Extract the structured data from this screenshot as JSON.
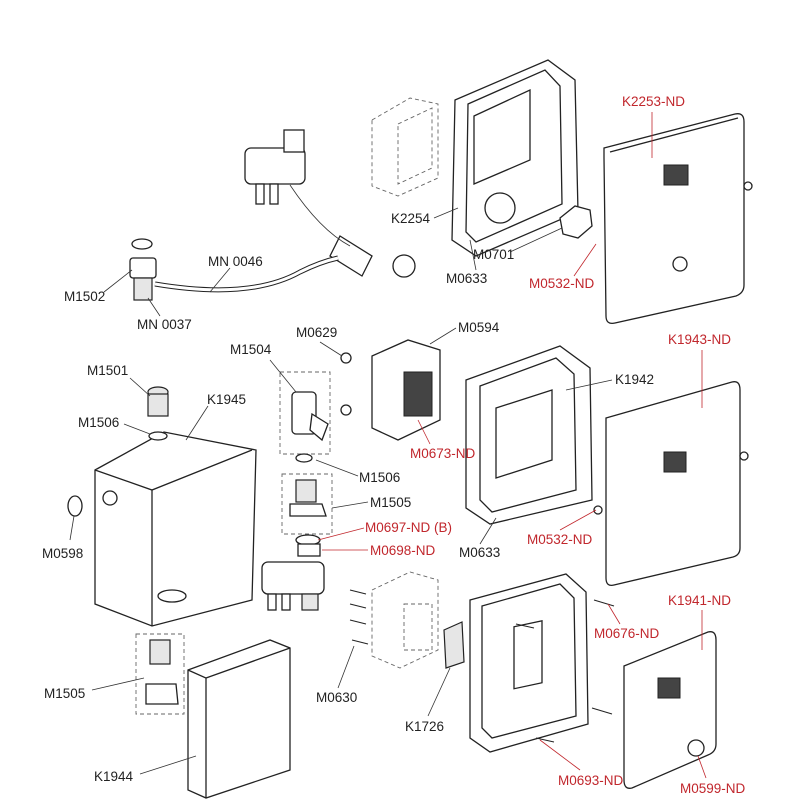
{
  "labels": [
    {
      "text": "K2253-ND",
      "red": true
    },
    {
      "text": "K2254",
      "red": false
    },
    {
      "text": "M0701",
      "red": false
    },
    {
      "text": "M0633",
      "red": false
    },
    {
      "text": "M0532-ND",
      "red": true
    },
    {
      "text": "MN 0046",
      "red": false
    },
    {
      "text": "M1502",
      "red": false
    },
    {
      "text": "MN 0037",
      "red": false
    },
    {
      "text": "M0629",
      "red": false
    },
    {
      "text": "M0594",
      "red": false
    },
    {
      "text": "K1943-ND",
      "red": true
    },
    {
      "text": "M1504",
      "red": false
    },
    {
      "text": "M1501",
      "red": false
    },
    {
      "text": "K1942",
      "red": false
    },
    {
      "text": "K1945",
      "red": false
    },
    {
      "text": "M1506",
      "red": false
    },
    {
      "text": "M0673-ND",
      "red": true
    },
    {
      "text": "M1506",
      "red": false
    },
    {
      "text": "M1505",
      "red": false
    },
    {
      "text": "M0598",
      "red": false
    },
    {
      "text": "M0532-ND",
      "red": true
    },
    {
      "text": "M0697-ND (B)",
      "red": true
    },
    {
      "text": "M0698-ND",
      "red": true
    },
    {
      "text": "M0633",
      "red": false
    },
    {
      "text": "K1941-ND",
      "red": true
    },
    {
      "text": "M0676-ND",
      "red": true
    },
    {
      "text": "M1505",
      "red": false
    },
    {
      "text": "M0630",
      "red": false
    },
    {
      "text": "K1726",
      "red": false
    },
    {
      "text": "K1944",
      "red": false
    },
    {
      "text": "M0693-ND",
      "red": true
    },
    {
      "text": "M0599-ND",
      "red": true
    }
  ],
  "colors": {
    "label": "#222222",
    "accent_label": "#c1272d"
  }
}
